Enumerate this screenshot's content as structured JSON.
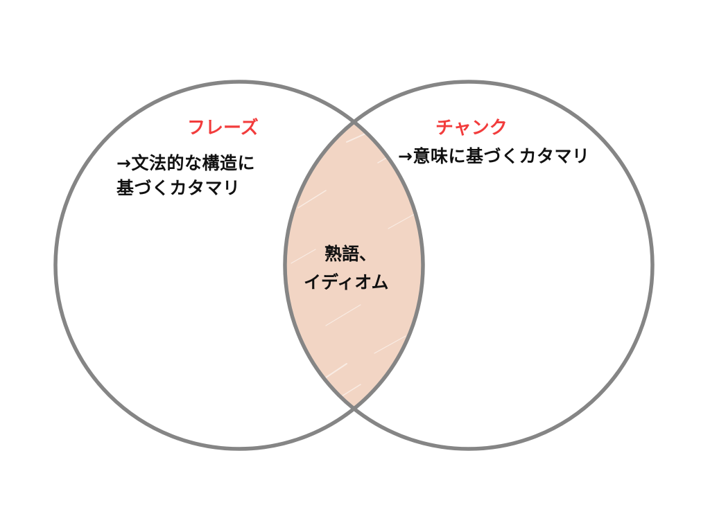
{
  "left_set": {
    "title": "フレーズ",
    "line1": "→文法的な構造に",
    "line2": "基づくカタマリ"
  },
  "right_set": {
    "title": "チャンク",
    "line1": "→意味に基づくカタマリ"
  },
  "intersection": {
    "line1": "熟語、",
    "line2": "イディオム"
  },
  "colors": {
    "title_red": "#f23c3c",
    "circle_stroke": "#858585",
    "intersection_fill": "#f2d5c4",
    "text": "#111111"
  }
}
